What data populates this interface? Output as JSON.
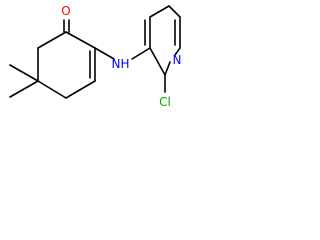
{
  "colors": {
    "bond": "#000000",
    "oxygen": "#ff0000",
    "nitrogen": "#0000ff",
    "chlorine": "#00aa00",
    "carbon": "#000000"
  },
  "labels": {
    "oxygen": "O",
    "amine": "H",
    "amine_n": "N",
    "pyridine_n": "N",
    "chlorine": "Cl"
  }
}
